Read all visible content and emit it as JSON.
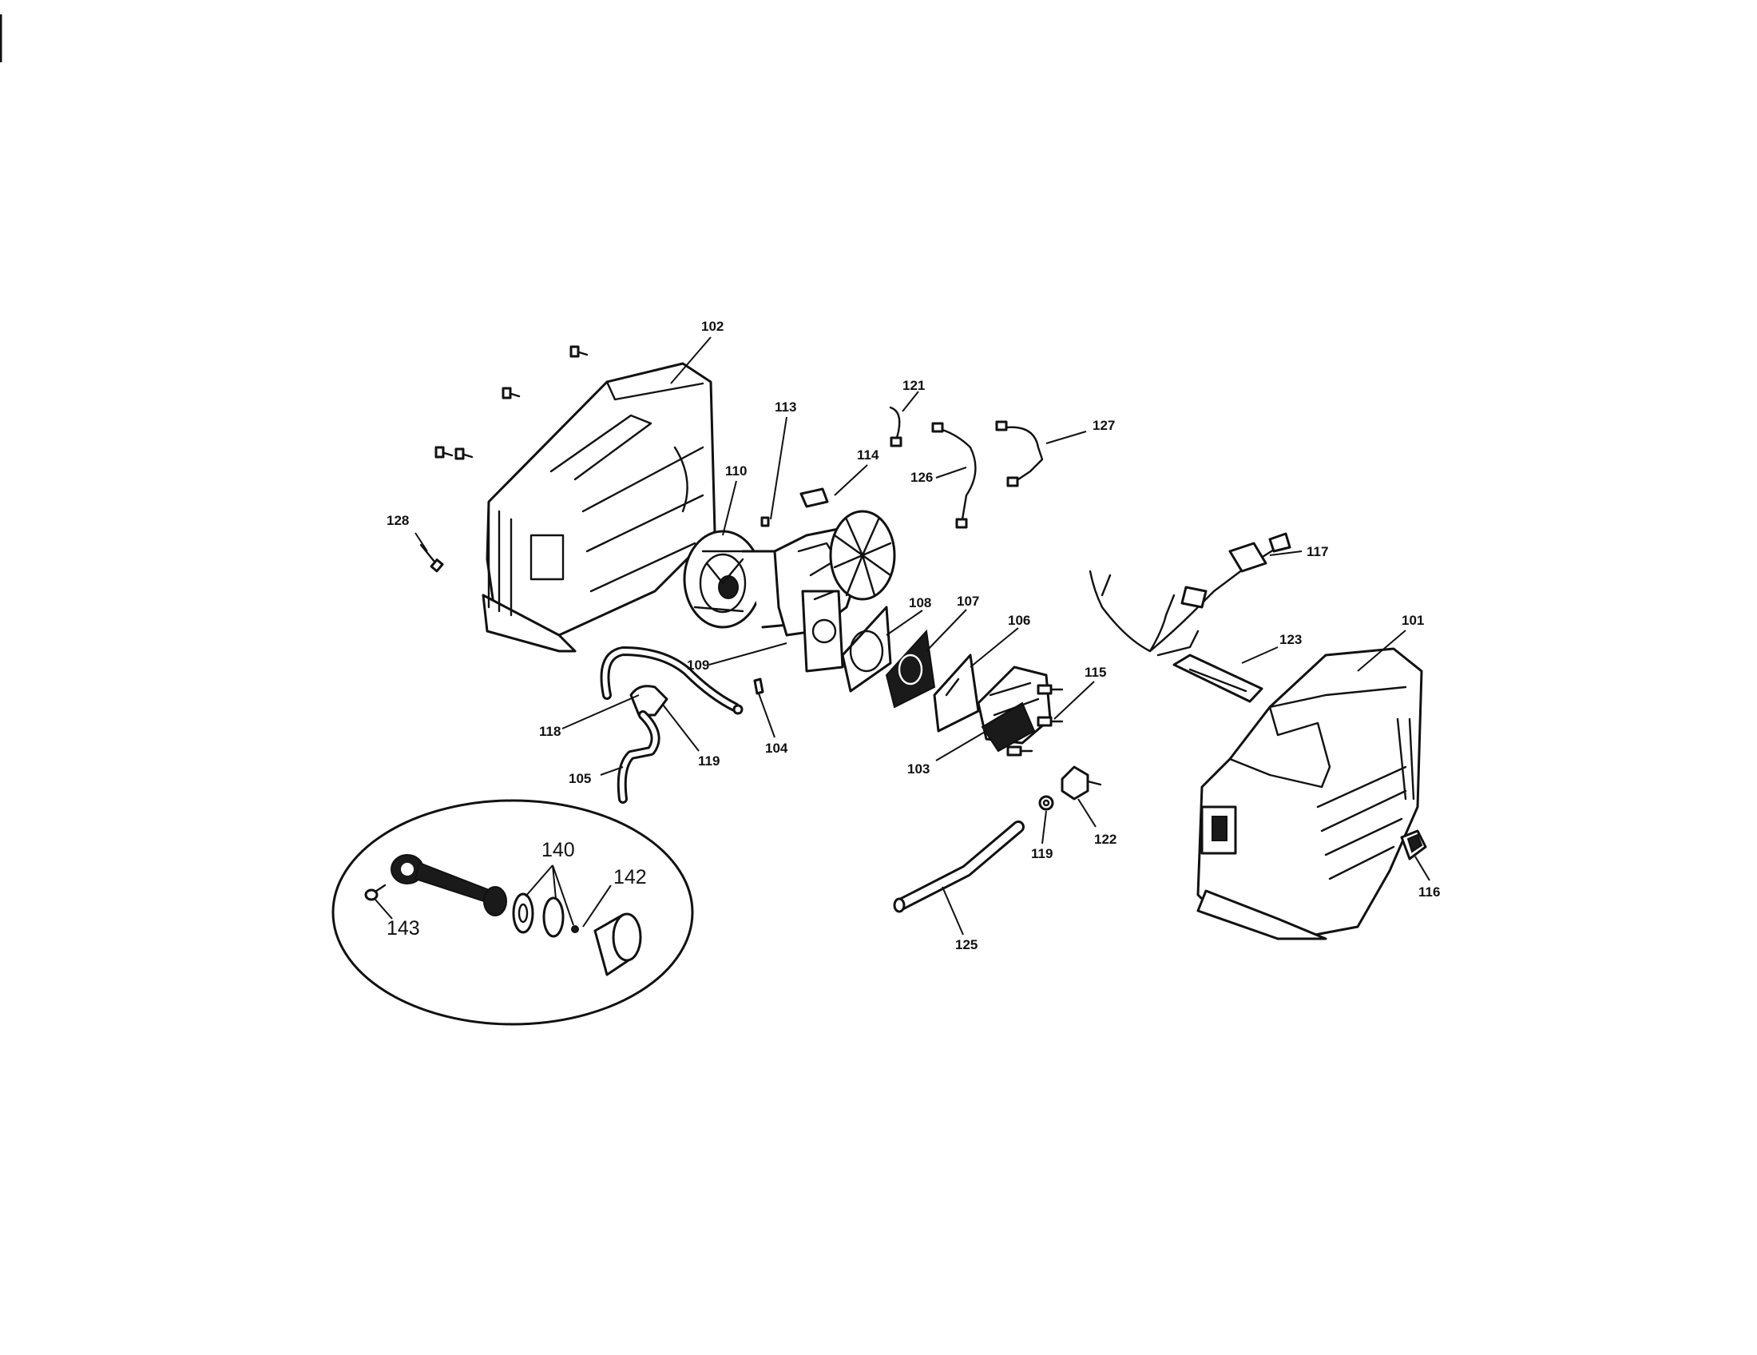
{
  "callouts": {
    "c102": "102",
    "c113": "113",
    "c121": "121",
    "c127": "127",
    "c110": "110",
    "c114": "114",
    "c126": "126",
    "c128": "128",
    "c117": "117",
    "c108": "108",
    "c107": "107",
    "c106": "106",
    "c101": "101",
    "c109": "109",
    "c123": "123",
    "c115": "115",
    "c118": "118",
    "c104": "104",
    "c119a": "119",
    "c103": "103",
    "c105": "105",
    "c122": "122",
    "c119b": "119",
    "c116": "116",
    "c125": "125",
    "c140": "140",
    "c142": "142",
    "c143": "143"
  },
  "colors": {
    "ink": "#111111",
    "paper": "#ffffff"
  }
}
